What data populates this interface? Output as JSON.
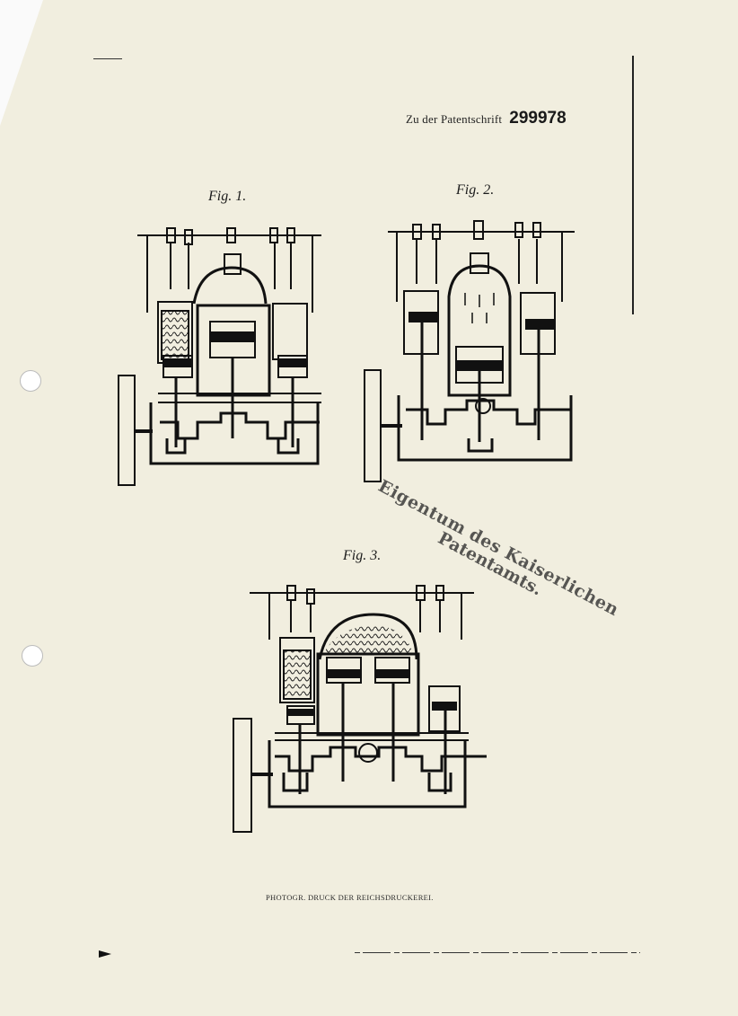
{
  "header": {
    "label": "Zu der Patentschrift",
    "number": "299978"
  },
  "figures": [
    {
      "label": "Fig. 1."
    },
    {
      "label": "Fig. 2."
    },
    {
      "label": "Fig. 3."
    }
  ],
  "stamp": {
    "line1": "Eigentum des Kaiserlichen",
    "line2": "Patentamts."
  },
  "footer": {
    "printer": "PHOTOGR. DRUCK DER REICHSDRUCKEREI."
  }
}
